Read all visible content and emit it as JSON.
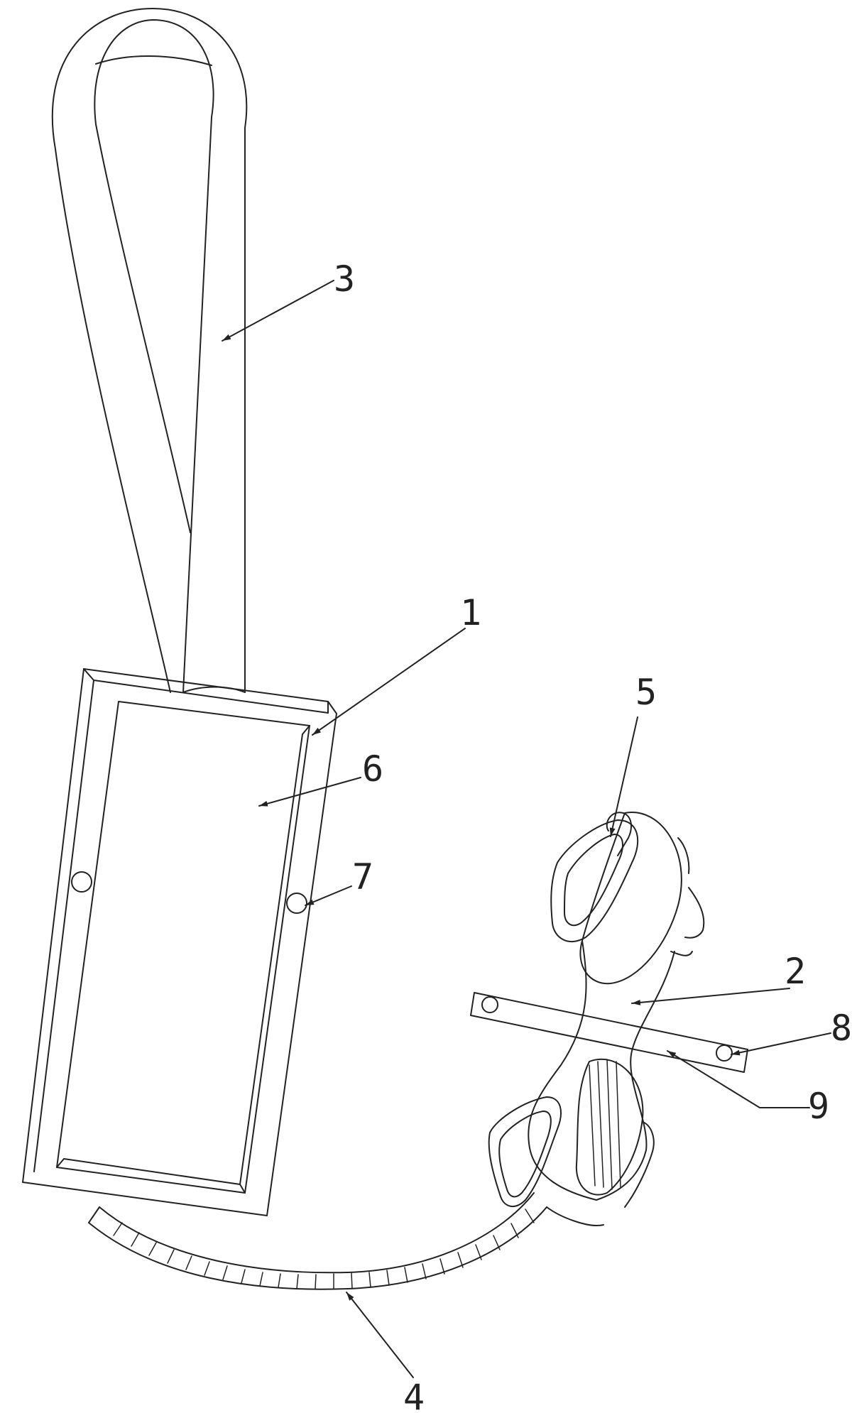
{
  "figure": {
    "line_color": "#222222",
    "background": "#ffffff",
    "labels": [
      {
        "id": "label-1",
        "text": "1"
      },
      {
        "id": "label-2",
        "text": "2"
      },
      {
        "id": "label-3",
        "text": "3"
      },
      {
        "id": "label-4",
        "text": "4"
      },
      {
        "id": "label-5",
        "text": "5"
      },
      {
        "id": "label-6",
        "text": "6"
      },
      {
        "id": "label-7",
        "text": "7"
      },
      {
        "id": "label-8",
        "text": "8"
      },
      {
        "id": "label-9",
        "text": "9"
      }
    ]
  }
}
